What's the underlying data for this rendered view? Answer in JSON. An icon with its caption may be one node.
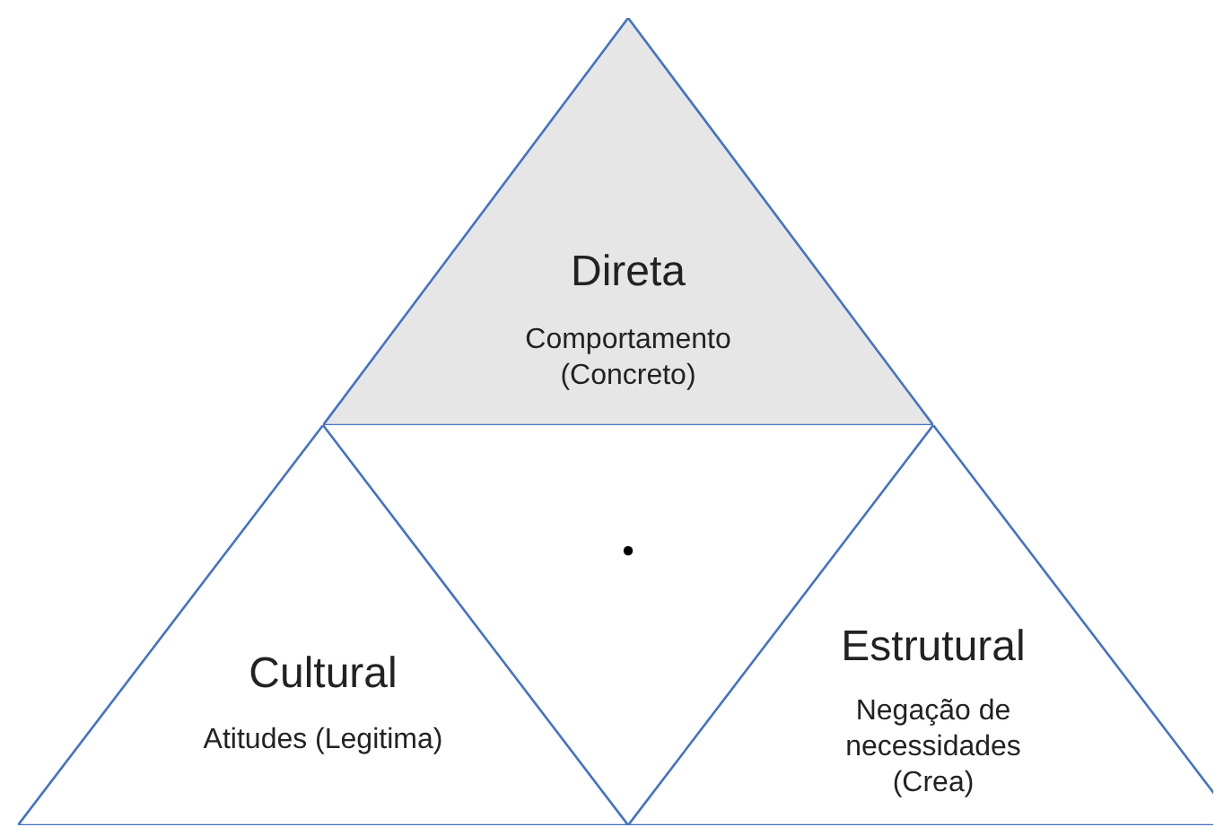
{
  "diagram": {
    "nodes": [
      {
        "text": [
          "Direta",
          "Comportamento (Concreto)"
        ]
      },
      {
        "text": [
          "Cultural",
          "Atitudes (Legitima)"
        ]
      },
      {
        "text": [
          "Estrutural",
          "Negação de necessidades (Crea)"
        ]
      }
    ],
    "edges": []
  }
}
